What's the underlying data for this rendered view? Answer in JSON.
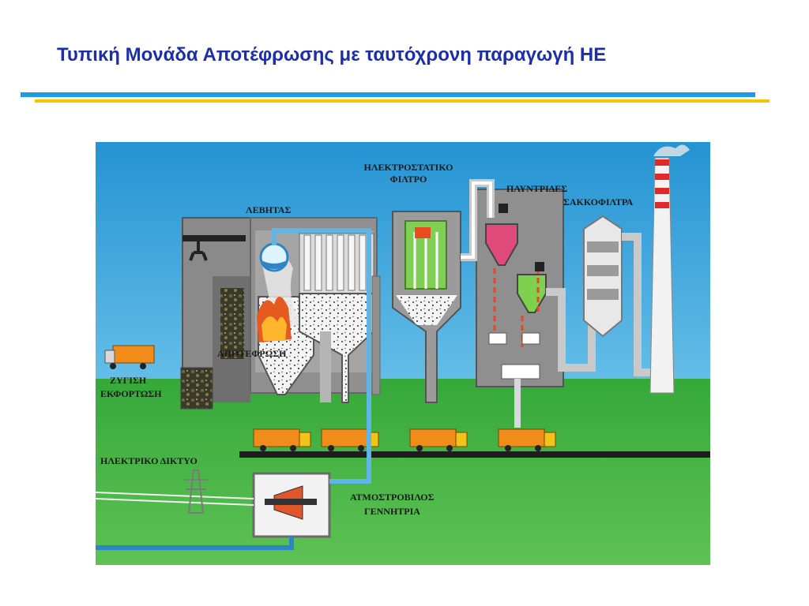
{
  "slide": {
    "title": "Τυπική Μονάδα Αποτέφρωσης με ταυτόχρονη παραγωγή ΗΕ"
  },
  "labels": {
    "precipitator_line1": "ΗΛΕΚΤΡΟΣΤΑΤΙΚΟ",
    "precipitator_line2": "ΦΙΛΤΡΟ",
    "scrubbers": "ΠΛΥΝΤΡΙΔΕΣ",
    "bag_filters": "ΣΑΚΚΟΦΙΛΤΡΑ",
    "boiler": "ΛΕΒΗΤΑΣ",
    "incineration": "ΑΠΟΤΕΦΡΩΣΗ",
    "weighing_line1": "ΖΥΓΙΣΗ",
    "weighing_line2": "ΕΚΦΟΡΤΩΣΗ",
    "grid": "ΗΛΕΚΤΡΙΚΟ ΔΙΚΤΥΟ",
    "turbine_line1": "ΑΤΜΟΣΤΡΟΒΙΛΟΣ",
    "turbine_line2": "ΓΕΝΝΗΤΡΙΑ"
  },
  "colors": {
    "title": "#1c2fa6",
    "rule_blue": "#1f9be6",
    "rule_yellow": "#f5c400",
    "sky": "#2a9fd8",
    "grass": "#3fae3f",
    "building": "#8c8c8c",
    "truck": "#f08c1a"
  }
}
